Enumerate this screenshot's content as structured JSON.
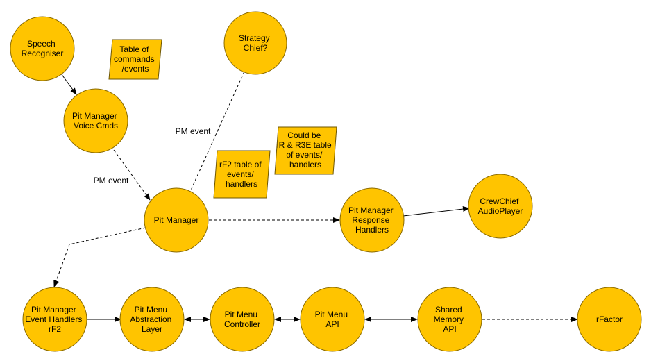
{
  "nodes": {
    "speech_recogniser": {
      "lines": [
        "Speech",
        "Recogniser"
      ]
    },
    "strategy_chief": {
      "lines": [
        "Strategy",
        "Chief?"
      ]
    },
    "pm_voice_cmds": {
      "lines": [
        "Pit Manager",
        "Voice Cmds"
      ]
    },
    "pit_manager": {
      "lines": [
        "Pit Manager"
      ]
    },
    "pm_response_handlers": {
      "lines": [
        "Pit Manager",
        "Response",
        "Handlers"
      ]
    },
    "crewchief_audioplayer": {
      "lines": [
        "CrewChief",
        "AudioPlayer"
      ]
    },
    "pm_event_handlers_rf2": {
      "lines": [
        "Pit Manager",
        "Event Handlers",
        "rF2"
      ]
    },
    "pit_menu_abstraction": {
      "lines": [
        "Pit Menu",
        "Abstraction",
        "Layer"
      ]
    },
    "pit_menu_controller": {
      "lines": [
        "Pit Menu",
        "Controller"
      ]
    },
    "pit_menu_api": {
      "lines": [
        "Pit Menu",
        "API"
      ]
    },
    "shared_memory_api": {
      "lines": [
        "Shared",
        "Memory",
        "API"
      ]
    },
    "rfactor": {
      "lines": [
        "rFactor"
      ]
    }
  },
  "notes": {
    "table_commands": {
      "lines": [
        "Table of",
        "commands",
        "/events"
      ]
    },
    "rf2_table": {
      "lines": [
        "rF2 table of",
        "events/",
        "handlers"
      ]
    },
    "ir_r3e_table": {
      "lines": [
        "Could be",
        "iR & R3E table",
        "of events/",
        "handlers"
      ]
    }
  },
  "edge_labels": {
    "pm_event_left": "PM event",
    "pm_event_top": "PM event"
  },
  "colors": {
    "node_fill": "#ffc400",
    "edge": "#000000"
  }
}
